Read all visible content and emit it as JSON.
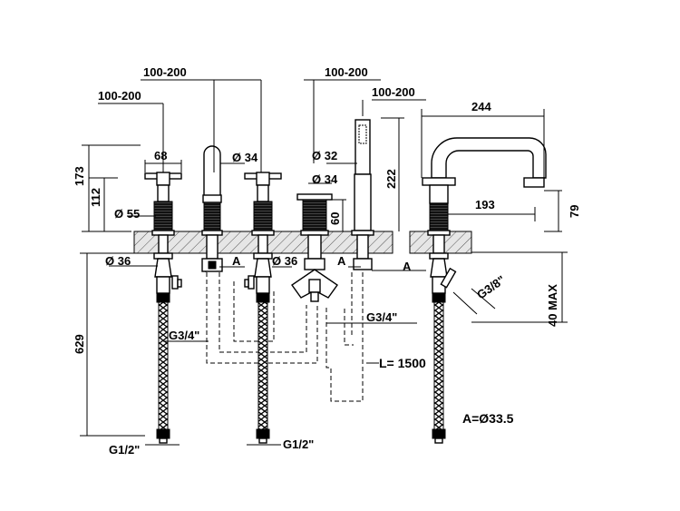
{
  "dimensions": {
    "top_spacing_1": "100-200",
    "top_spacing_2": "100-200",
    "mid_spacing_1": "100-200",
    "mid_spacing_2": "100-200",
    "shower_reach": "244",
    "handle_width": "68",
    "spout_dia": "Ø 34",
    "shower_head_dia": "Ø 32",
    "diverter_dia": "Ø 34",
    "height_overall": "173",
    "height_valve": "112",
    "valve_body_dia": "Ø 55",
    "handshower_height": "222",
    "diverter_height": "60",
    "spout_reach": "193",
    "spout_height": "79",
    "shank_dia_left": "Ø 36",
    "shank_dia_mid": "Ø 36",
    "hole_label_1": "A",
    "hole_label_2": "A",
    "hole_label_3": "A",
    "deck_max": "40 MAX",
    "outlet_thread": "G3/8\"",
    "inlet_thread_left": "G3/4\"",
    "inlet_thread_mid": "G3/4\"",
    "hose_length": "L= 1500",
    "total_height": "629",
    "supply_left": "G1/2\"",
    "supply_mid": "G1/2\"",
    "hole_note": "A=Ø33.5"
  }
}
